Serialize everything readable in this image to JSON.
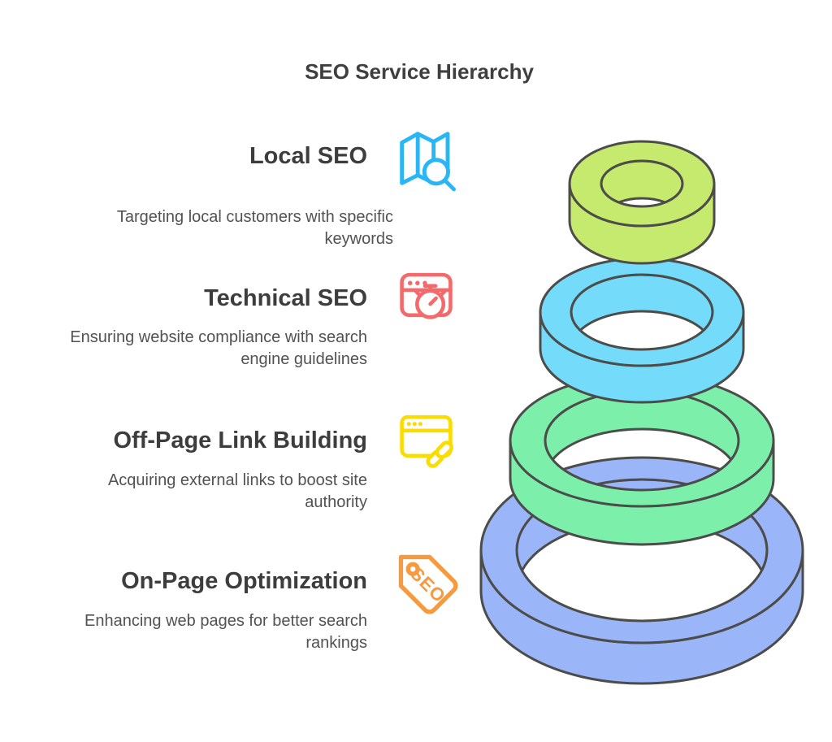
{
  "title": "SEO Service Hierarchy",
  "sections": [
    {
      "heading": "Local SEO",
      "description": "Targeting local customers with specific keywords",
      "icon": "map-search-icon",
      "icon_color": "#29b6f6"
    },
    {
      "heading": "Technical SEO",
      "description": "Ensuring website compliance with search engine guidelines",
      "icon": "browser-stopwatch-icon",
      "icon_color": "#f4696b"
    },
    {
      "heading": "Off-Page Link Building",
      "description": "Acquiring external links to boost site authority",
      "icon": "browser-link-icon",
      "icon_color": "#fbdc00"
    },
    {
      "heading": "On-Page Optimization",
      "description": "Enhancing web pages for better search rankings",
      "icon": "seo-tag-icon",
      "icon_color": "#f79a3d"
    }
  ],
  "pyramid": {
    "stroke": "#4c4c4a",
    "rings": [
      {
        "label": "Local SEO",
        "fill": "#c6ea6d"
      },
      {
        "label": "Technical SEO",
        "fill": "#74dbfb"
      },
      {
        "label": "Off-Page Link Building",
        "fill": "#7cf0ab"
      },
      {
        "label": "On-Page Optimization",
        "fill": "#9bb6f8"
      }
    ]
  },
  "tag_icon_text": "SEO",
  "text_colors": {
    "title": "#3f3f3f",
    "heading": "#3d3d3d",
    "description": "#525252"
  }
}
